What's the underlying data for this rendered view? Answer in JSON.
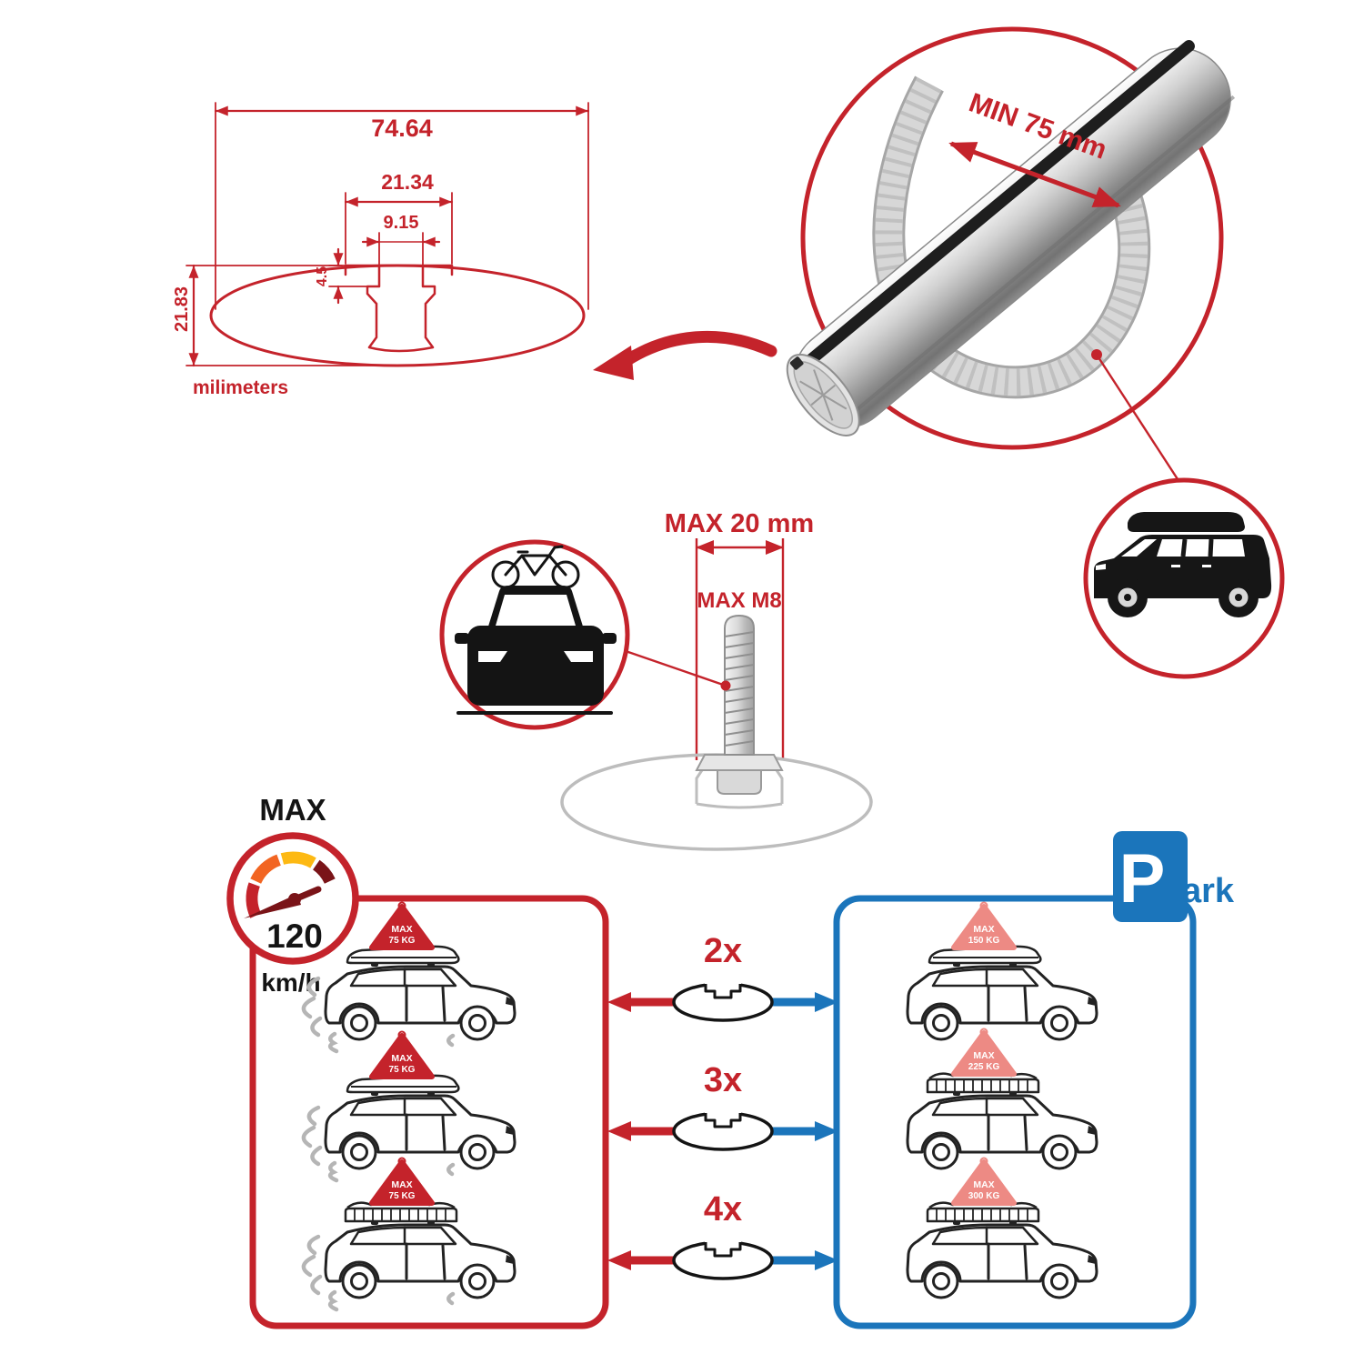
{
  "colors": {
    "red": "#c4232b",
    "blue": "#1b75bb",
    "dark": "#141414",
    "gray": "#bdbdbd",
    "gauge_orange": "#f26522",
    "gauge_yellow": "#fdb913",
    "needle_dark_red": "#7a1418",
    "tag_pink": "#ed8a84"
  },
  "cross_section": {
    "overall_width": "74.64",
    "channel_width": "21.34",
    "slot_width": "9.15",
    "lip_depth": "4.5",
    "overall_height": "21.83",
    "units_label": "milimeters"
  },
  "bar_callout": {
    "min_clamp_span": "MIN 75 mm"
  },
  "bolt_callout": {
    "max_depth": "MAX 20 mm",
    "max_thread": "MAX M8"
  },
  "speed_badge": {
    "title": "MAX",
    "value": "120",
    "units": "km/h"
  },
  "parking_badge": {
    "letter": "P",
    "rest": "ark"
  },
  "load_table": {
    "tag_title": "MAX",
    "rows": [
      {
        "bar_count": "2x",
        "driving_load": "75 KG",
        "parked_load": "150 KG"
      },
      {
        "bar_count": "3x",
        "driving_load": "75 KG",
        "parked_load": "225 KG"
      },
      {
        "bar_count": "4x",
        "driving_load": "75 KG",
        "parked_load": "300 KG"
      }
    ]
  }
}
